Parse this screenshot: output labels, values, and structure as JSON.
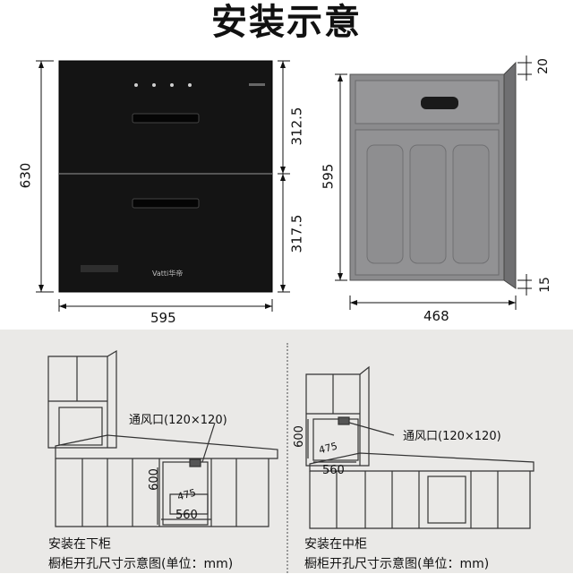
{
  "title": "安装示意",
  "front_view": {
    "height_total": "630",
    "height_upper": "312.5",
    "height_lower": "317.5",
    "width": "595",
    "brand_logo": "Vatti华帝"
  },
  "side_view": {
    "height": "595",
    "top_gap": "20",
    "bottom_gap": "15",
    "depth": "468"
  },
  "install_lower": {
    "vent_label": "通风口(120×120)",
    "height": "600",
    "depth": "475",
    "width": "560",
    "caption_line1": "安装在下柜",
    "caption_line2": "橱柜开孔尺寸示意图(单位：mm)"
  },
  "install_middle": {
    "vent_label": "通风口(120×120)",
    "height": "600",
    "depth": "475",
    "width": "560",
    "caption_line1": "安装在中柜",
    "caption_line2": "橱柜开孔尺寸示意图(单位：mm)"
  }
}
